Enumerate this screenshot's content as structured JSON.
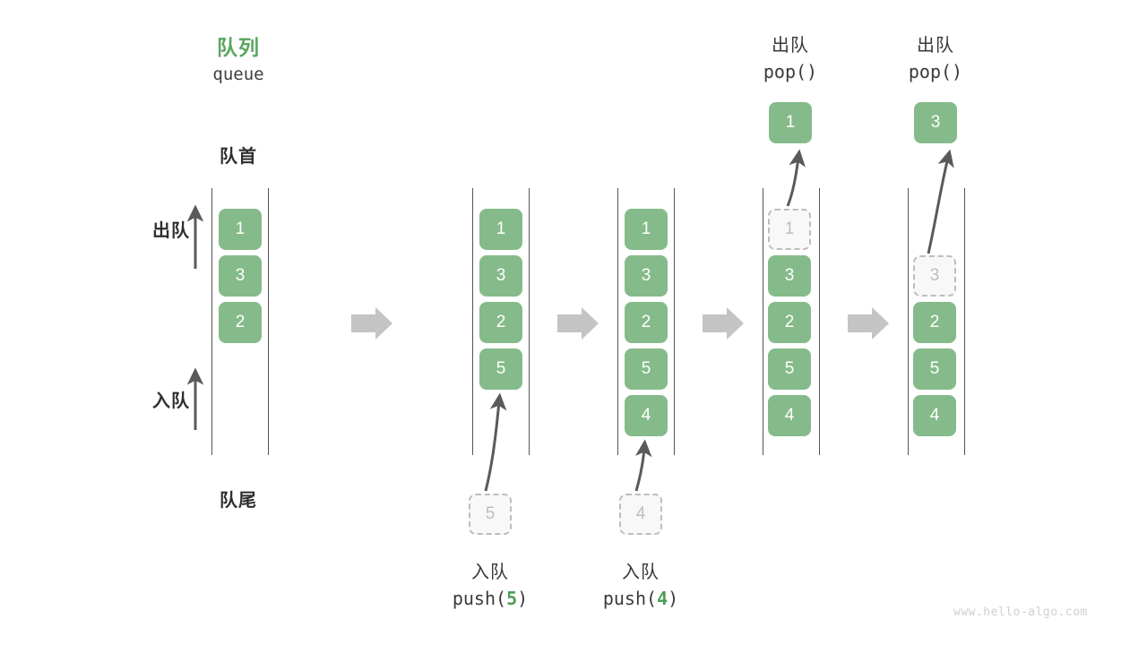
{
  "diagram": {
    "title_cn": "队列",
    "title_en": "queue",
    "front_label": "队首",
    "rear_label": "队尾",
    "dequeue_side_label": "出队",
    "enqueue_side_label": "入队",
    "watermark": "www.hello-algo.com",
    "colors": {
      "accent_green": "#5ba65f",
      "cell_green": "#85bb8a",
      "ghost_gray": "#bdbdbd",
      "arrow_gray": "#5a5a5a",
      "step_arrow_gray": "#c4c4c4",
      "text_dark": "#2f2f2f"
    }
  },
  "steps": [
    {
      "id": "initial",
      "cells": [
        "1",
        "3",
        "2"
      ],
      "ghost_top": null,
      "ghost_bottom": null,
      "op_cn": null,
      "op_code": null,
      "popped": null,
      "pop_cn": null,
      "pop_code": null
    },
    {
      "id": "push-5",
      "cells": [
        "1",
        "3",
        "2",
        "5"
      ],
      "ghost_top": null,
      "ghost_bottom": "5",
      "op_cn": "入队",
      "op_code_prefix": "push(",
      "op_code_arg": "5",
      "op_code_suffix": ")",
      "popped": null
    },
    {
      "id": "push-4",
      "cells": [
        "1",
        "3",
        "2",
        "5",
        "4"
      ],
      "ghost_top": null,
      "ghost_bottom": "4",
      "op_cn": "入队",
      "op_code_prefix": "push(",
      "op_code_arg": "4",
      "op_code_suffix": ")",
      "popped": null
    },
    {
      "id": "pop-1",
      "cells": [
        "3",
        "2",
        "5",
        "4"
      ],
      "ghost_top": "1",
      "ghost_bottom": null,
      "popped": "1",
      "pop_cn": "出队",
      "pop_code": "pop()"
    },
    {
      "id": "pop-3",
      "cells": [
        "2",
        "5",
        "4"
      ],
      "ghost_top": "3",
      "ghost_bottom": null,
      "popped": "3",
      "pop_cn": "出队",
      "pop_code": "pop()"
    }
  ],
  "step_arrows": [
    "step-arrow-1",
    "step-arrow-2",
    "step-arrow-3",
    "step-arrow-4"
  ]
}
